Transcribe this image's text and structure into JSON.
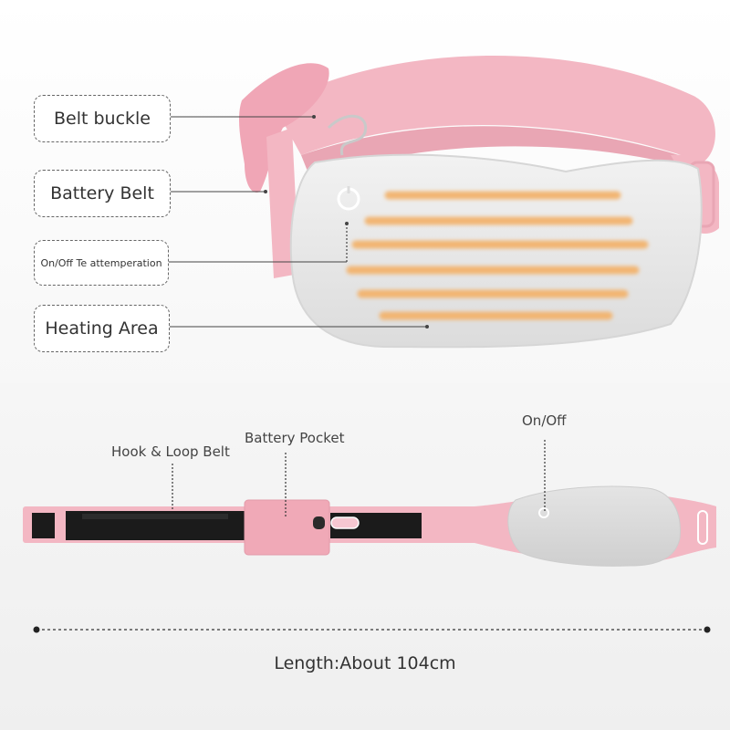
{
  "callouts": {
    "belt_buckle": "Belt buckle",
    "battery_belt": "Battery Belt",
    "on_off_temperature": "On/Off Te attemperation",
    "heating_area": "Heating Area"
  },
  "bottom_labels": {
    "hook_loop": "Hook & Loop Belt",
    "battery_pocket": "Battery Pocket",
    "on_off": "On/Off"
  },
  "length_text": "Length:About 104cm",
  "colors": {
    "belt_pink": "#f3b7c3",
    "pad_gray": "#e6e6e6",
    "heating_orange": "#f2b572",
    "strap_black": "#1b1b1b"
  }
}
